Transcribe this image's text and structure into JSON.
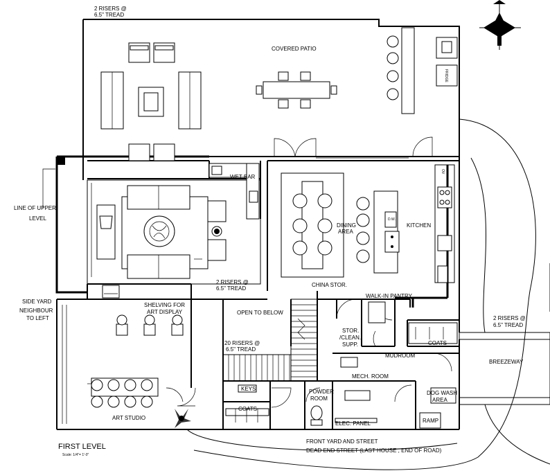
{
  "labels": {
    "risers_top_1": "2 RISERS @",
    "risers_top_2": "6.5\" TREAD",
    "covered_patio": "COVERED PATIO",
    "line_upper_1": "LINE OF UPPER",
    "line_upper_2": "LEVEL",
    "wet_bar": "WET BAR",
    "dining_1": "DINING",
    "dining_2": "AREA",
    "kitchen": "KITCHEN",
    "risers_fam_1": "2 RISERS @",
    "risers_fam_2": "6.5\" TREAD",
    "china_stor": "CHINA STOR.",
    "side_yard_1": "SIDE YARD",
    "side_yard_2": "NEIGHBOUR",
    "side_yard_3": "TO LEFT",
    "shelving_1": "SHELVING FOR",
    "shelving_2": "ART DISPLAY",
    "open_below": "OPEN TO BELOW",
    "walk_in_pantry": "WALK-IN PANTRY",
    "risers_right_1": "2 RISERS @",
    "risers_right_2": "6.5\" TREAD",
    "stor_1": "STOR.",
    "stor_2": "/CLEAN.",
    "stor_3": "SUPP.",
    "coats_mud": "COATS",
    "risers_stair_1": "20 RISERS @",
    "risers_stair_2": "6.5\" TREAD",
    "mudroom": "MUDROOM",
    "breezeway": "BREEZEWAY",
    "mech_room": "MECH. ROOM",
    "keys": "KEYS",
    "powder_1": "POWDER",
    "powder_2": "ROOM",
    "dog_wash_1": "DOG WASH",
    "dog_wash_2": "AREA",
    "coats_front": "COATS",
    "art_studio": "ART STUDIO",
    "elec_panel": "ELEC. PANEL",
    "ramp": "RAMP",
    "first_level": "FIRST LEVEL",
    "scale": "Scale: 1/4\"= 1'-0\"",
    "front_yard": "FRONT YARD AND STREET",
    "dead_end": "DEAD END STREET (LAST HOUSE , END OF ROAD)",
    "dw": "D.W.",
    "ov": "OV",
    "fridge": "FRIDGE"
  }
}
